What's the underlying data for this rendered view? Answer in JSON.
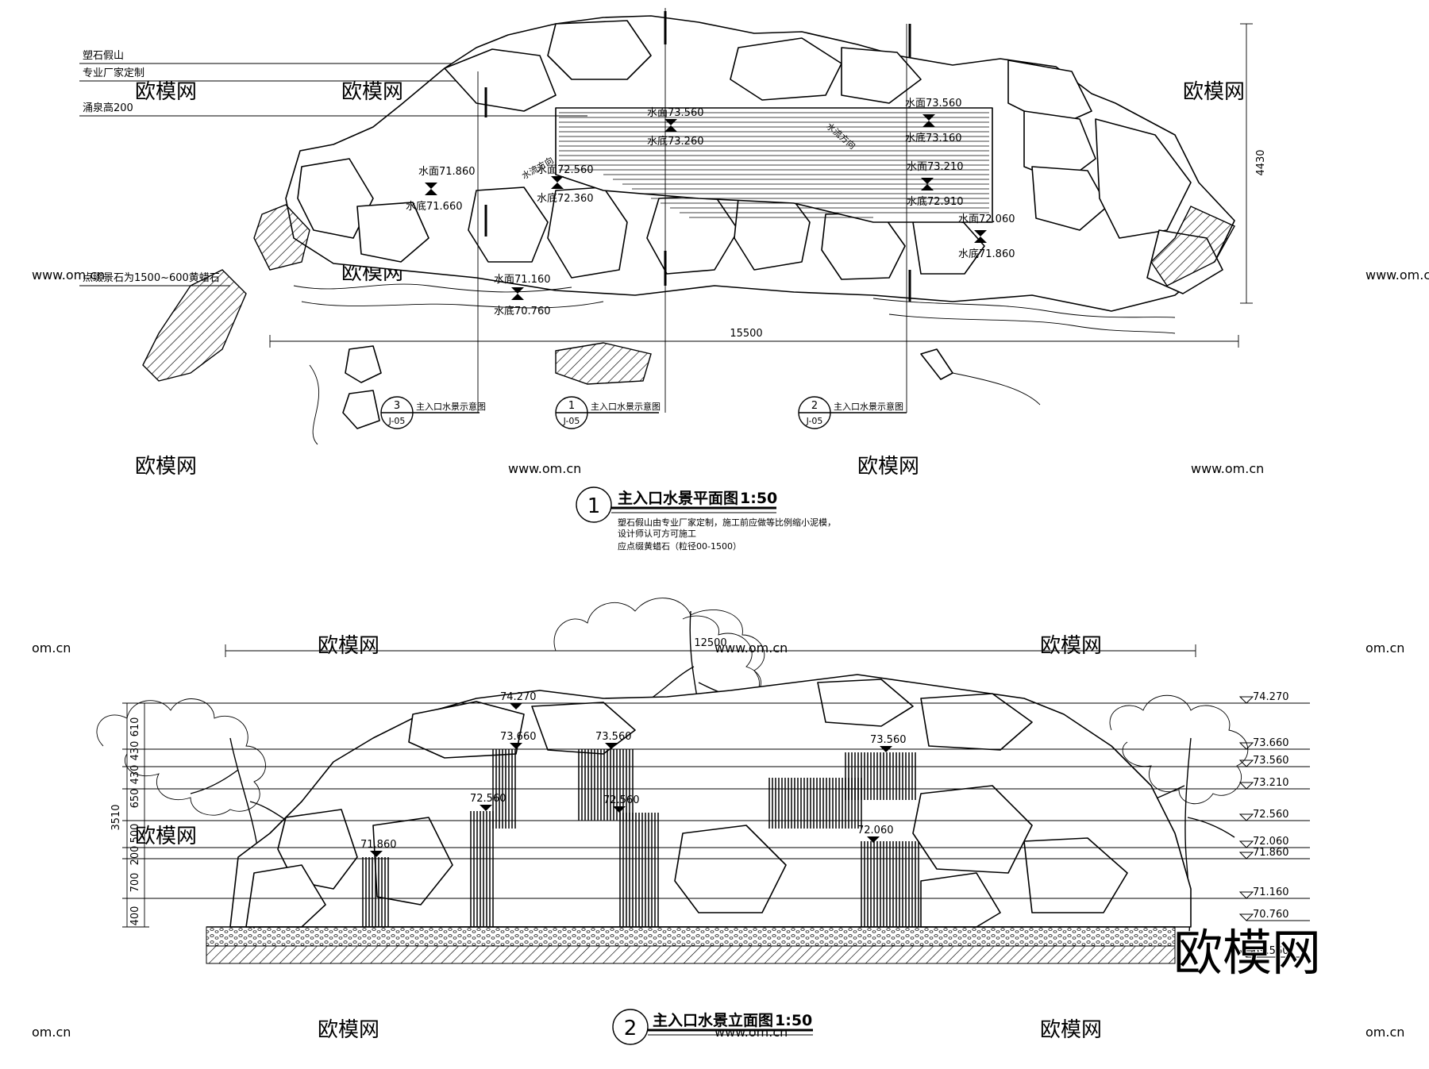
{
  "plan": {
    "title": "主入口水景平面图",
    "scale": "1:50",
    "title_number": "1",
    "width_dim": "15500",
    "height_dim": "4430",
    "leader_labels": [
      "塑石假山",
      "专业厂家定制",
      "涌泉高200",
      "点缀景石为1500~600黄蜡石"
    ],
    "elevations": [
      "水面73.560",
      "水底73.260",
      "水面73.560",
      "水底73.160",
      "水面72.560",
      "水底72.360",
      "水面73.210",
      "水底72.910",
      "水面71.860",
      "水底71.660",
      "水面72.060",
      "水底71.860",
      "水面71.160",
      "水底70.760"
    ],
    "flow_label": "水流方向",
    "section_marks": [
      {
        "num": "3",
        "sheet": "J-05",
        "label": "主入口水景示意图"
      },
      {
        "num": "1",
        "sheet": "J-05",
        "label": "主入口水景示意图"
      },
      {
        "num": "2",
        "sheet": "J-05",
        "label": "主入口水景示意图"
      }
    ],
    "notes": [
      "塑石假山由专业厂家定制，施工前应做等比例缩小泥模，",
      "设计师认可方可施工",
      "应点缀黄蜡石（粒径00-1500）"
    ]
  },
  "elevation": {
    "title": "主入口水景立面图",
    "scale": "1:50",
    "title_number": "2",
    "width_dim": "12500",
    "height_dim": "3510",
    "seg_dims": [
      "610",
      "430",
      "430",
      "650",
      "500",
      "200",
      "700",
      "400"
    ],
    "top_marks": [
      "74.270",
      "73.660",
      "73.560",
      "73.560",
      "72.560",
      "72.560",
      "71.860",
      "72.060"
    ],
    "right_marks": [
      "74.270",
      "73.660",
      "73.560",
      "73.210",
      "72.560",
      "72.060",
      "71.860",
      "71.160",
      "70.760"
    ],
    "ground_mark": "69.560"
  },
  "watermarks": [
    "欧模网",
    "www.om.cn",
    "om.cn"
  ],
  "logo_text": "欧模网"
}
